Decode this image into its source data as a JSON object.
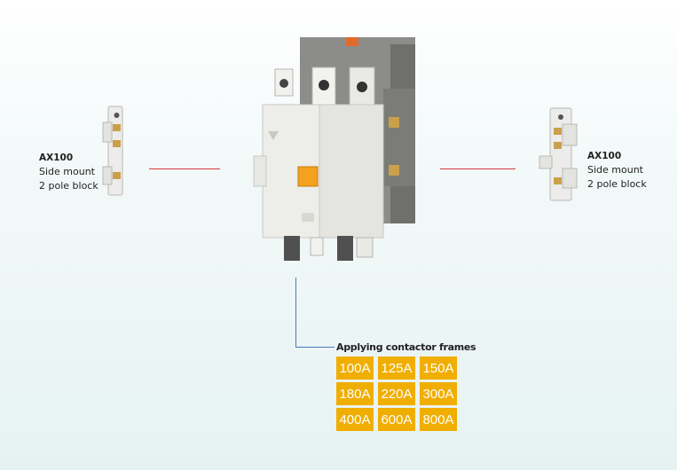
{
  "left_label": {
    "title": "AX100",
    "line1": "Side mount",
    "line2": "2 pole block"
  },
  "right_label": {
    "title": "AX100",
    "line1": "Side mount",
    "line2": "2 pole block"
  },
  "frames": {
    "title": "Applying contactor frames",
    "ratings": [
      "100A",
      "125A",
      "150A",
      "180A",
      "220A",
      "300A",
      "400A",
      "600A",
      "800A"
    ]
  },
  "colors": {
    "accent": "#f0ae00",
    "connector_red": "#d7353b",
    "connector_blue": "#4e79b8"
  }
}
